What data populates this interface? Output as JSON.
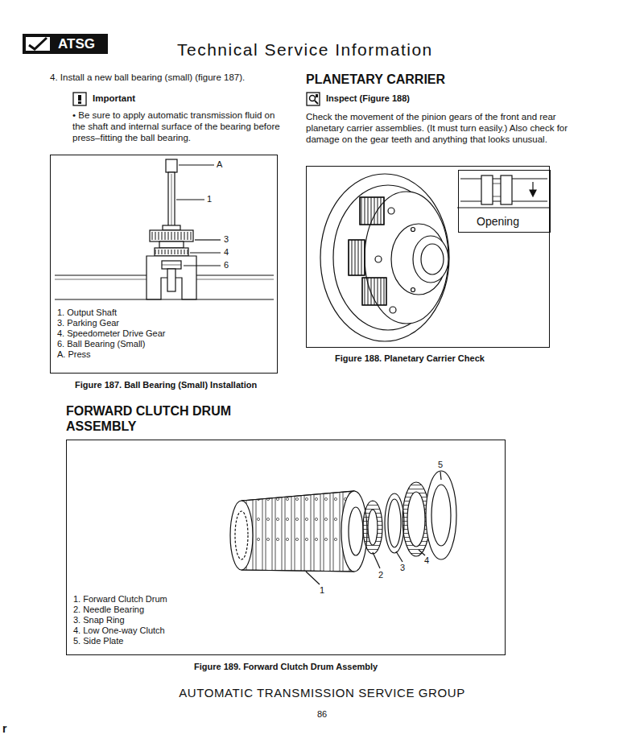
{
  "diagram": {
    "title": "Technical Service Information",
    "nodes": [
      {
        "text": [
          "1. Output Shaft",
          "3. Parking Gear",
          "4. Speedometer Drive Gear",
          "6. Ball Bearing (Small)",
          "A. Press",
          "Figure 187. Ball Bearing (Small) Installation"
        ]
      },
      {
        "text": [
          "Figure 188. Planetary Carrier Check"
        ]
      },
      {
        "text": [
          "Opening"
        ],
        "in": 1
      },
      {
        "text": [
          "1. Forward Clutch Drum",
          "2. Needle Bearing",
          "3. Snap Ring",
          "4. Low One-way Clutch",
          "5. Side Plate",
          "Figure 189. Forward Clutch Drum Assembly"
        ]
      }
    ],
    "edges": [],
    "labels": [
      "ATSG",
      "4. Install a new ball bearing (small) (figure 187).",
      "Important",
      "• Be sure to apply automatic transmission fluid on the shaft and internal surface of the bearing before press–fitting the ball bearing.",
      "PLANETARY CARRIER",
      "Inspect (Figure 188)",
      "Check the movement of the pinion gears of the front and rear planetary carrier assemblies. (It must turn easily.) Also check for damage on the gear teeth and anything that looks unusual.",
      "A",
      "1",
      "3",
      "4",
      "6",
      "FORWARD CLUTCH DRUM ASSEMBLY",
      "5",
      "1",
      "2",
      "3",
      "4",
      "AUTOMATIC TRANSMISSION SERVICE GROUP",
      "86",
      "r"
    ]
  }
}
